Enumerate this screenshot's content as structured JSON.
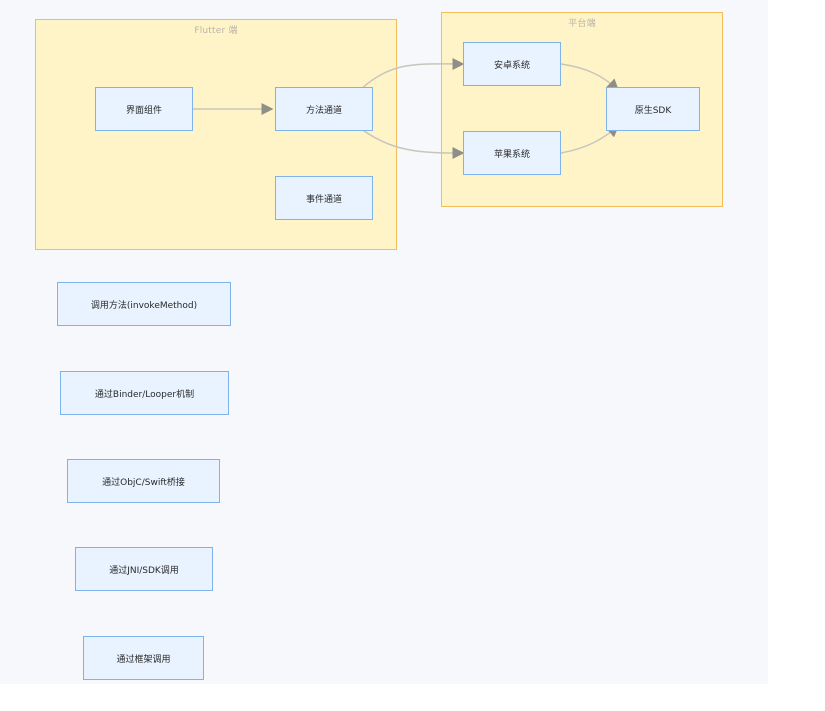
{
  "groups": {
    "flutter": {
      "title": "Flutter 端"
    },
    "platform": {
      "title": "平台端"
    }
  },
  "nodes": {
    "ui_widget": "界面组件",
    "method_channel": "方法通道",
    "event_channel": "事件通道",
    "android_system": "安卓系统",
    "apple_system": "苹果系统",
    "native_sdk": "原生SDK"
  },
  "detail_nodes": [
    "调用方法(invokeMethod)",
    "通过Binder/Looper机制",
    "通过ObjC/Swift桥接",
    "通过JNI/SDK调用",
    "通过框架调用"
  ],
  "colors": {
    "canvas_background": "#f7f8fc",
    "group_fill": "#fff4c8",
    "group_border": "#f2be5a",
    "node_fill": "#e8f3ff",
    "node_border": "#7fb4ea",
    "edge": "#c6c6bb",
    "arrowhead": "#8f8f88"
  }
}
